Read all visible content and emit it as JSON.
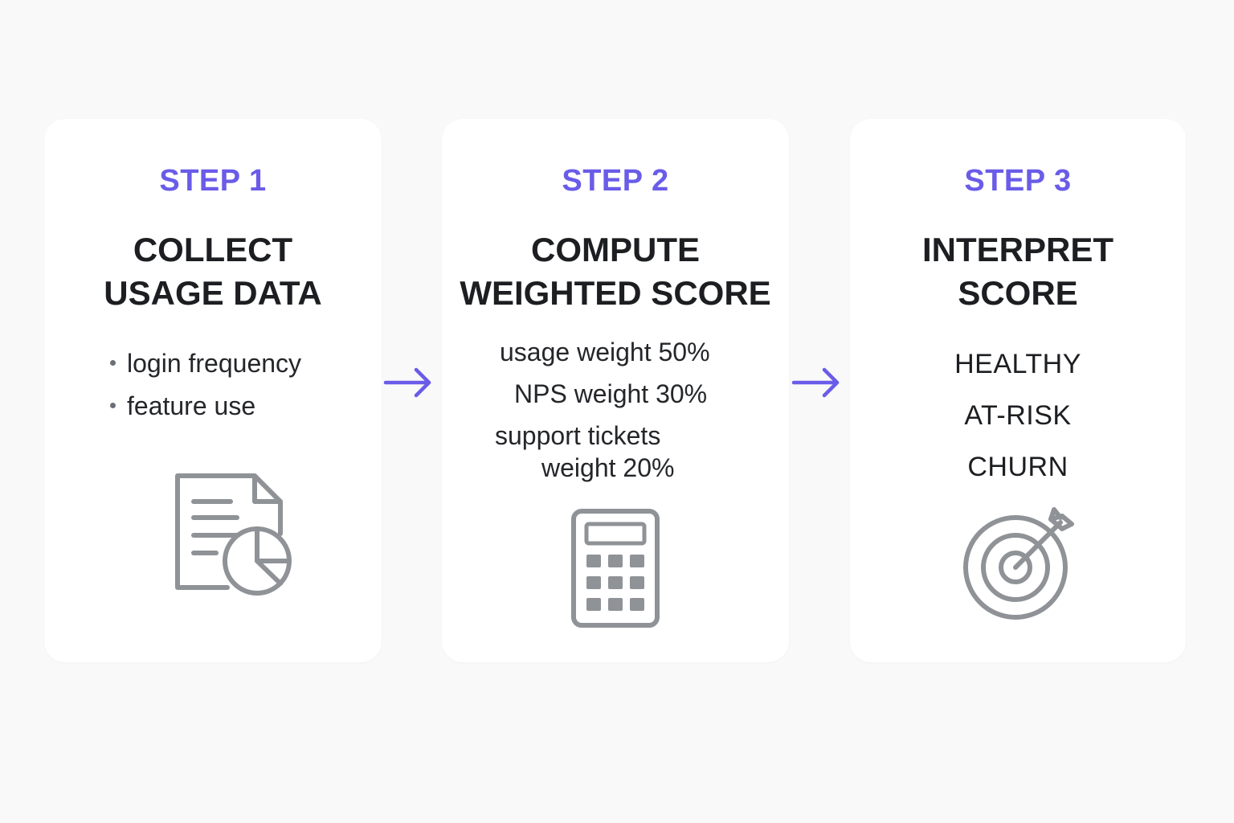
{
  "colors": {
    "accent": "#6a5ce8",
    "icon": "#8f9296",
    "card_bg": "#ffffff",
    "page_bg": "#f9f9f9"
  },
  "steps": [
    {
      "label": "STEP 1",
      "title_line1": "COLLECT",
      "title_line2": "USAGE DATA",
      "bullets": [
        "login frequency",
        "feature use"
      ],
      "icon": "document-chart-icon"
    },
    {
      "label": "STEP 2",
      "title_line1": "COMPUTE",
      "title_line2": "WEIGHTED SCORE",
      "weights": {
        "usage": "usage weight 50%",
        "nps": "NPS weight 30%",
        "support_line1": "support tickets",
        "support_line2": "weight 20%"
      },
      "icon": "calculator-icon"
    },
    {
      "label": "STEP 3",
      "title_line1": "INTERPRET",
      "title_line2": "SCORE",
      "categories": [
        "HEALTHY",
        "AT-RISK",
        "CHURN"
      ],
      "icon": "target-icon"
    }
  ],
  "arrows": [
    "arrow-right-icon",
    "arrow-right-icon"
  ]
}
